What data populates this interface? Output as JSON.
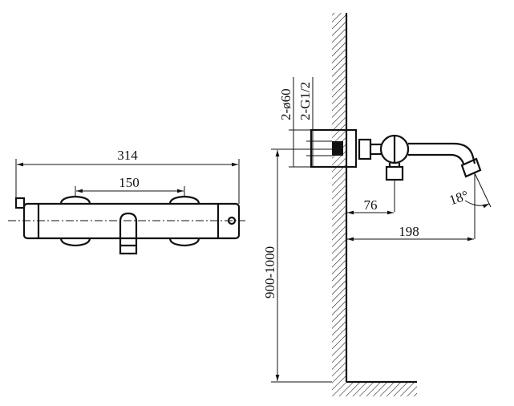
{
  "front_view": {
    "overall_width": "314",
    "center_distance": "150"
  },
  "side_view": {
    "inlet_diameter": "2-ø60",
    "inlet_thread": "2-G1/2",
    "projection_small": "76",
    "projection_large": "198",
    "spout_angle": "18°",
    "mounting_height": "900-1000"
  }
}
